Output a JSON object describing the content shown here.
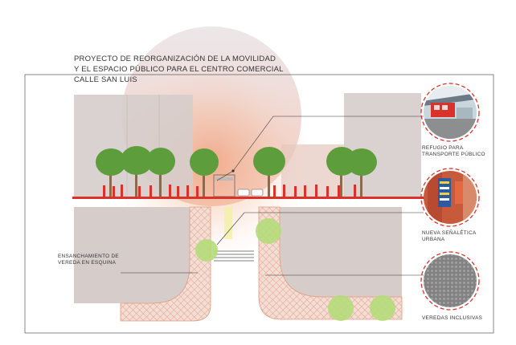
{
  "title": {
    "line1": "PROYECTO DE REORGANIZACIÓN DE LA MOVILIDAD",
    "line2": "Y  EL ESPACIO PÚBLICO PARA EL CENTRO COMERCIAL",
    "line3": "CALLE SAN LUIS"
  },
  "callouts": {
    "left": {
      "line1": "ENSANCHAMIENTO DE",
      "line2": "VEREDA EN ESQUINA"
    },
    "refugio": {
      "line1": "REFUGIO PARA",
      "line2": "TRANSPORTE PÚBLICO"
    },
    "senaletica": {
      "line1": "NUEVA SEÑALÉTICA",
      "line2": "URBANA"
    },
    "veredas": {
      "line1": "VEREDAS  INCLUSIVAS"
    }
  },
  "colors": {
    "accent_red": "#d9322a",
    "tree_green": "#5c9e3a",
    "bubble_green": "#b8e07a",
    "building_grey": "#d3c9c7",
    "block_pink": "#d9cdcc",
    "hatch": "#e4a98d"
  }
}
